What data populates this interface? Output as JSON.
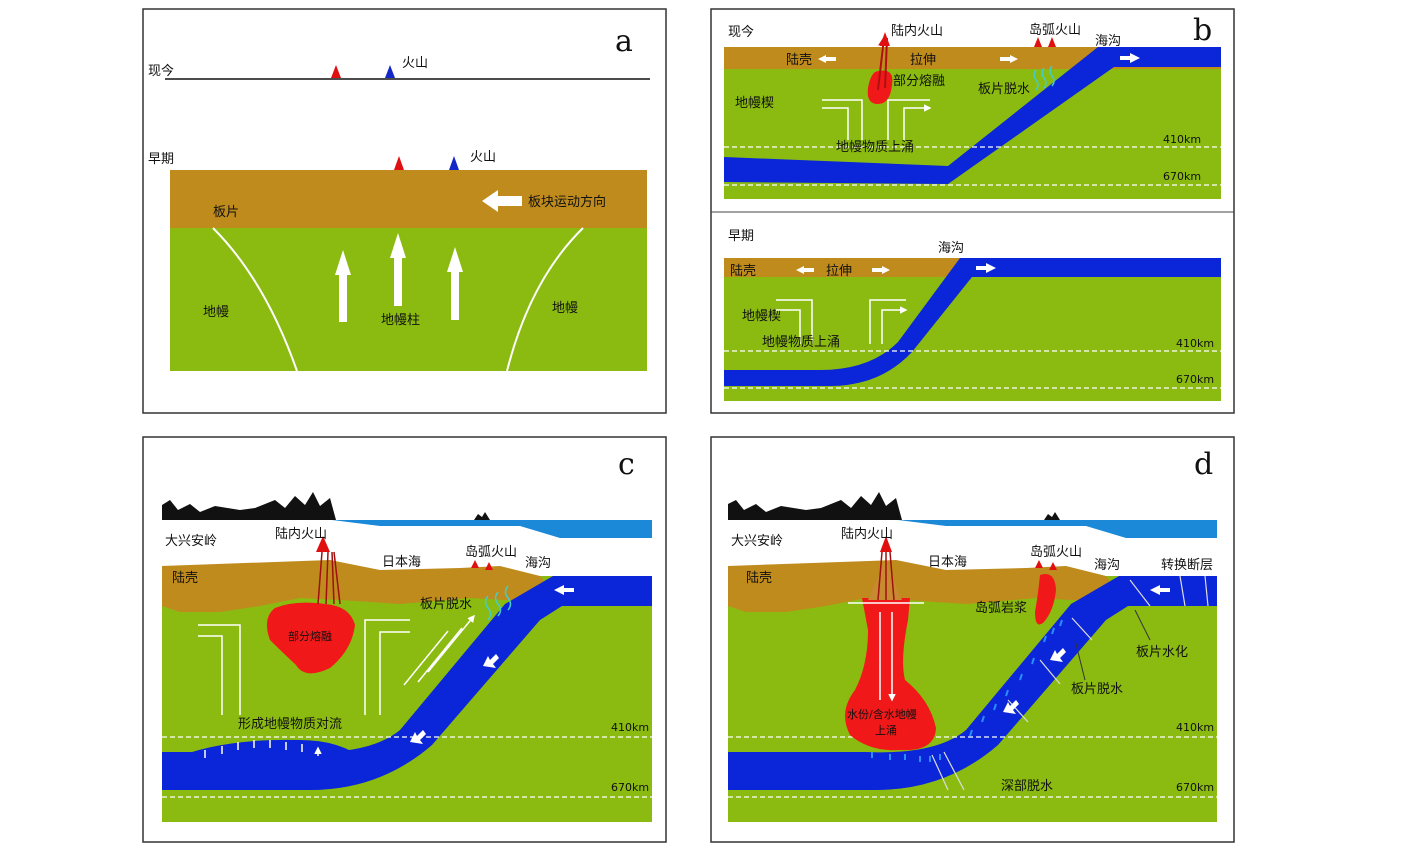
{
  "colors": {
    "crust": "#bf8b1c",
    "mantle": "#8bbb10",
    "slab": "#0a26d8",
    "melt": "#f01818",
    "sea": "#1c88d8",
    "arrow": "#ffffff",
    "dashed": "#ffffff"
  },
  "panel_a": {
    "letter": "a",
    "present": "现今",
    "volcano_present": "火山",
    "early": "早期",
    "volcano_early": "火山",
    "plate": "板片",
    "plate_motion": "板块运动方向",
    "mantle_left": "地幔",
    "mantle_plume": "地幔柱",
    "mantle_right": "地幔"
  },
  "panel_b": {
    "letter": "b",
    "present": "现今",
    "intraplate_volcano": "陆内火山",
    "arc_volcano": "岛弧火山",
    "trench": "海沟",
    "continental_crust": "陆壳",
    "extension": "拉伸",
    "partial_melting": "部分熔融",
    "slab_dehydration": "板片脱水",
    "mantle_wedge": "地幔楔",
    "mantle_upwelling": "地幔物质上涌",
    "d410": "410km",
    "d670": "670km",
    "early": "早期",
    "trench_early": "海沟",
    "continental_crust_early": "陆壳",
    "extension_early": "拉伸",
    "mantle_wedge_early": "地幔楔",
    "mantle_upwelling_early": "地幔物质上涌",
    "d410_early": "410km",
    "d670_early": "670km"
  },
  "panel_c": {
    "letter": "c",
    "daxinganling": "大兴安岭",
    "intraplate_volcano": "陆内火山",
    "japan_sea": "日本海",
    "arc_volcano": "岛弧火山",
    "trench": "海沟",
    "continental_crust": "陆壳",
    "partial_melting": "部分熔融",
    "slab_dehydration": "板片脱水",
    "mantle_convection": "形成地幔物质对流",
    "d410": "410km",
    "d670": "670km"
  },
  "panel_d": {
    "letter": "d",
    "daxinganling": "大兴安岭",
    "intraplate_volcano": "陆内火山",
    "japan_sea": "日本海",
    "arc_volcano": "岛弧火山",
    "trench": "海沟",
    "transform_fault": "转换断层",
    "continental_crust": "陆壳",
    "arc_magma": "岛弧岩浆",
    "slab_hydration": "板片水化",
    "slab_dehydration": "板片脱水",
    "upwelling_line1": "水份/含水地幔",
    "upwelling_line2": "上涌",
    "deep_dehydration": "深部脱水",
    "d410": "410km",
    "d670": "670km"
  }
}
